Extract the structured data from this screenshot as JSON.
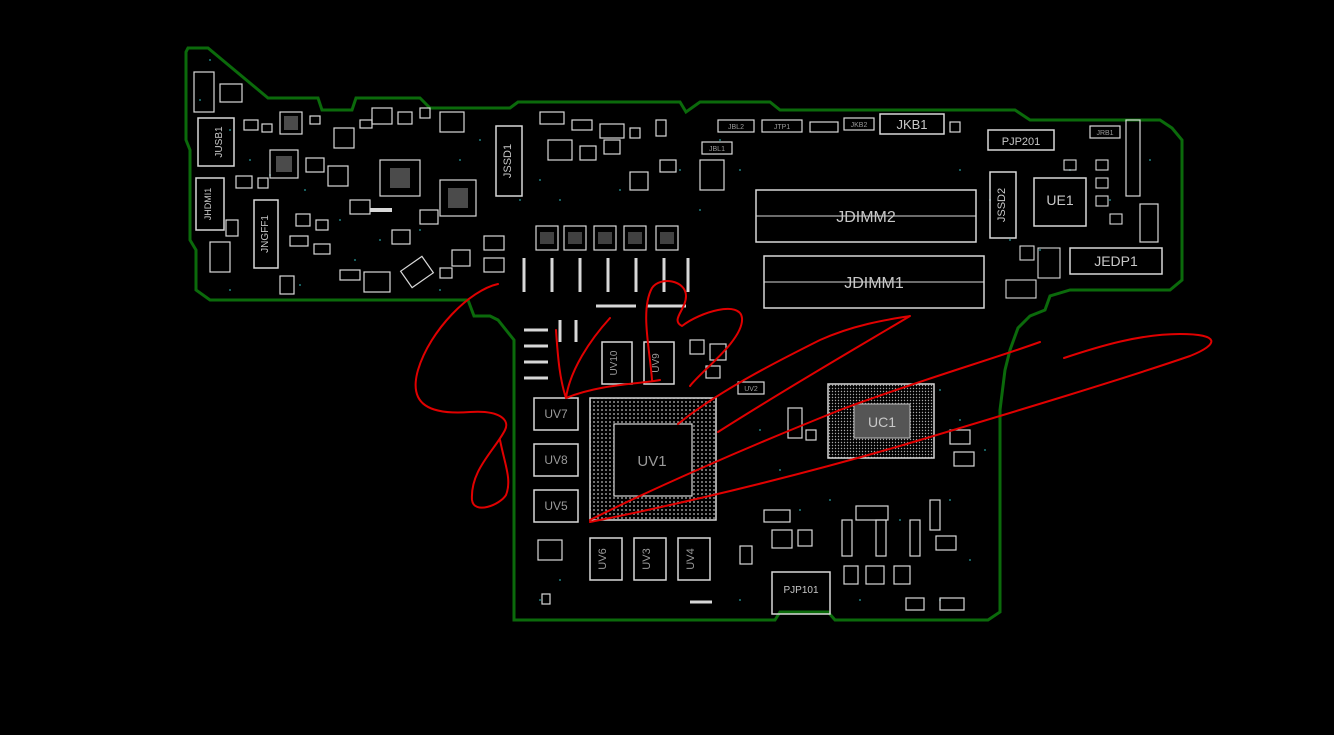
{
  "board": {
    "outline_color": "#0a5c0a",
    "silk_color": "#d8d8d8",
    "annotation_color": "#e00000",
    "labels": {
      "jusb1": "JUSB1",
      "jhdmi1": "JHDMI1",
      "jngff1": "JNGFF1",
      "jssd1": "JSSD1",
      "jssd2": "JSSD2",
      "jdimm2": "JDIMM2",
      "jdimm1": "JDIMM1",
      "jkb1": "JKB1",
      "jbl1": "JBL1",
      "jbl2": "JBL2",
      "jtp1": "JTP1",
      "jkb2": "JKB2",
      "pjp201": "PJP201",
      "ue1": "UE1",
      "jedp1": "JEDP1",
      "jrb1": "JRB1",
      "uc1": "UC1",
      "uv1": "UV1",
      "uv7": "UV7",
      "uv8": "UV8",
      "uv5": "UV5",
      "uv6": "UV6",
      "uv3": "UV3",
      "uv4": "UV4",
      "uv10": "UV10",
      "uv9": "UV9",
      "uv2": "UV2",
      "pjp101": "PJP101"
    }
  }
}
